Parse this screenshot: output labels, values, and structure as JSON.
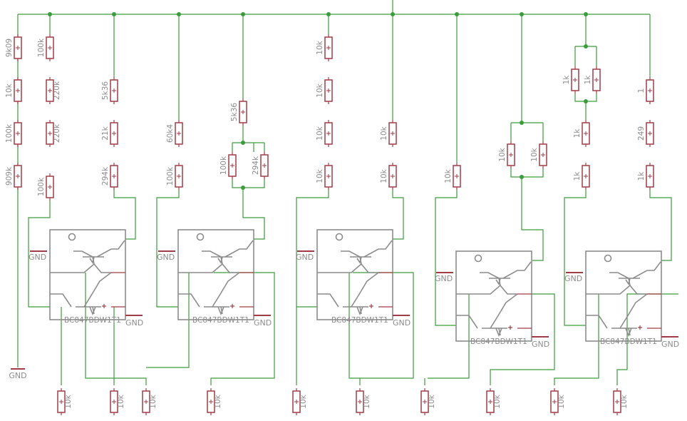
{
  "resistors": [
    {
      "id": "ch1-r1",
      "value": "9k09"
    },
    {
      "id": "ch1-r2",
      "value": "10k"
    },
    {
      "id": "ch1-r3",
      "value": "100k"
    },
    {
      "id": "ch1-r4",
      "value": "909k"
    },
    {
      "id": "ch2-r1",
      "value": "100k"
    },
    {
      "id": "ch2-r2",
      "value": "220k"
    },
    {
      "id": "ch2-r3",
      "value": "220k"
    },
    {
      "id": "ch2-r4",
      "value": "100k"
    },
    {
      "id": "ch3-r1",
      "value": "5k36"
    },
    {
      "id": "ch3-r2",
      "value": "21k"
    },
    {
      "id": "ch3-r3",
      "value": "294k"
    },
    {
      "id": "ch4-r1",
      "value": "60k4"
    },
    {
      "id": "ch4-r2",
      "value": "100k"
    },
    {
      "id": "ch5-r1",
      "value": "5k36"
    },
    {
      "id": "ch5-r2",
      "value": "100k"
    },
    {
      "id": "ch5-r3",
      "value": "294k"
    },
    {
      "id": "ch6-r1",
      "value": "10k"
    },
    {
      "id": "ch6-r2",
      "value": "10k"
    },
    {
      "id": "ch6-r3",
      "value": "10k"
    },
    {
      "id": "ch6-r4",
      "value": "10k"
    },
    {
      "id": "ch7-r1",
      "value": "10k"
    },
    {
      "id": "ch7-r2",
      "value": "10k"
    },
    {
      "id": "ch8-r1",
      "value": "10k"
    },
    {
      "id": "ch9-r1",
      "value": "10k"
    },
    {
      "id": "ch9-r2",
      "value": "10k"
    },
    {
      "id": "ch10-r1",
      "value": "1k"
    },
    {
      "id": "ch10-r2",
      "value": "1k"
    },
    {
      "id": "ch10-r3",
      "value": "1k"
    },
    {
      "id": "ch10-r4",
      "value": "1k"
    },
    {
      "id": "ch11-r1",
      "value": "1"
    },
    {
      "id": "ch11-r2",
      "value": "249"
    },
    {
      "id": "ch11-r3",
      "value": "1k"
    },
    {
      "id": "out-r1",
      "value": "10k"
    },
    {
      "id": "out-r2",
      "value": "10k"
    },
    {
      "id": "out-r3",
      "value": "10k"
    },
    {
      "id": "out-r4",
      "value": "10k"
    },
    {
      "id": "out-r5",
      "value": "10k"
    },
    {
      "id": "out-r6",
      "value": "10k"
    },
    {
      "id": "out-r7",
      "value": "10k"
    },
    {
      "id": "out-r8",
      "value": "10k"
    },
    {
      "id": "out-r9",
      "value": "10k"
    },
    {
      "id": "out-r10",
      "value": "10k"
    }
  ],
  "transistors": [
    {
      "part": "BC847BDW1T1",
      "gnd_left": "GND",
      "gnd_right": "GND"
    },
    {
      "part": "BC847BDW1T1",
      "gnd_left": "GND",
      "gnd_right": "GND"
    },
    {
      "part": "BC847BDW1T1",
      "gnd_left": "GND",
      "gnd_right": "GND"
    },
    {
      "part": "BC847BDW1T1",
      "gnd_left": "GND",
      "gnd_right": "GND"
    },
    {
      "part": "BC847BDW1T1",
      "gnd_left": "GND",
      "gnd_right": "GND"
    }
  ],
  "ground_main": "GND"
}
